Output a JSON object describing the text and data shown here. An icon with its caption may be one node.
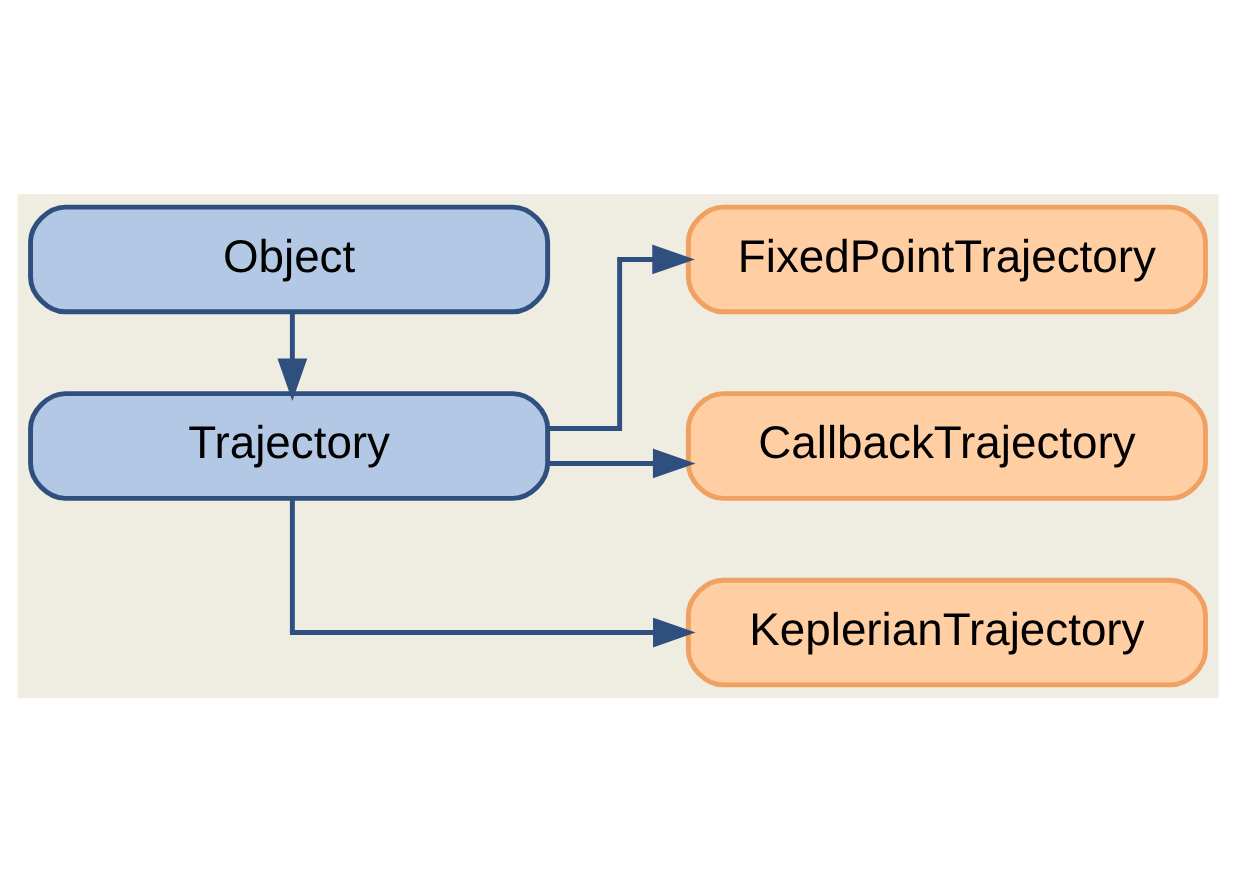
{
  "diagram": {
    "nodes": [
      {
        "text": [
          "Object"
        ]
      },
      {
        "text": [
          "Trajectory"
        ]
      },
      {
        "text": [
          "FixedPointTrajectory"
        ]
      },
      {
        "text": [
          "CallbackTrajectory"
        ]
      },
      {
        "text": [
          "KeplerianTrajectory"
        ]
      }
    ],
    "edges": [
      {
        "from": 0,
        "to": 1,
        "arrow": "to"
      },
      {
        "from": 1,
        "to": 2,
        "arrow": "to"
      },
      {
        "from": 1,
        "to": 3,
        "arrow": "to"
      },
      {
        "from": 1,
        "to": 4,
        "arrow": "to"
      }
    ]
  }
}
